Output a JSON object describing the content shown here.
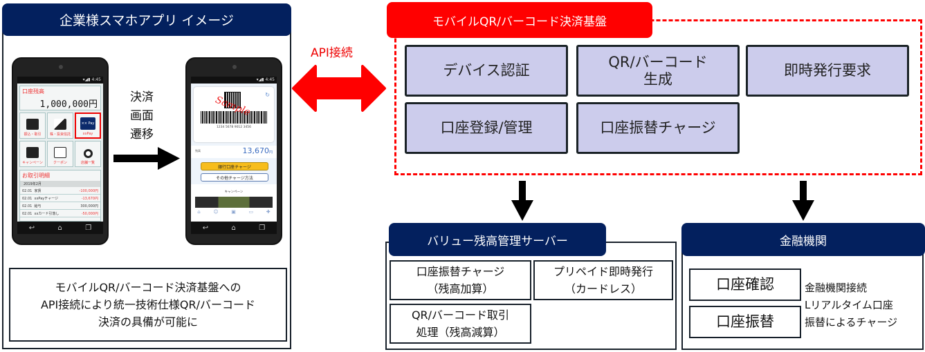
{
  "left_panel": {
    "title": "企業様スマホアプリ イメージ",
    "flow_label": [
      "決済",
      "画面",
      "遷移"
    ],
    "description": [
      "モバイルQR/バーコード決済基盤への",
      "API接続により統一技術仕様QR/バーコード",
      "決済の具備が可能に"
    ],
    "phone1": {
      "status_time": "4:45",
      "balance_label": "口座残高",
      "balance_amount": "1,000,000円",
      "tiles": [
        {
          "label": "振込・取引",
          "icon": "calendar-icon"
        },
        {
          "label": "株・投資信託",
          "icon": "chart-icon"
        },
        {
          "label": "xxPay",
          "icon": "pay-icon",
          "icon_text": "×× Pay",
          "highlighted": true
        },
        {
          "label": "キャンペーン",
          "icon": "gift-icon"
        },
        {
          "label": "クーポン",
          "icon": "coupon-icon"
        },
        {
          "label": "店舗一覧",
          "icon": "search-icon"
        }
      ],
      "transactions_title": "お取引明細",
      "transactions_month": "2019年2月",
      "transactions": [
        {
          "date": "02.01",
          "desc": "家賃",
          "amount": "-100,000円",
          "negative": true
        },
        {
          "date": "02.01",
          "desc": "xxPayチャージ",
          "amount": "-13,670円",
          "negative": true
        },
        {
          "date": "02.01",
          "desc": "給与",
          "amount": "300,000円",
          "negative": false
        },
        {
          "date": "02.01",
          "desc": "xxカード引落し",
          "amount": "-50,000円",
          "negative": true
        }
      ]
    },
    "phone2": {
      "status_time": "4:45",
      "barcode_number": "1234 5678 9012 3456",
      "watermark": "Sample",
      "balance_label": "残高",
      "balance_amount": "13,670",
      "balance_unit": "円",
      "charge_button": "銀行口座チャージ",
      "other_charge_button": "その他チャージ方法",
      "campaign_label": "キャンペーン",
      "tab_icons": [
        "home-icon",
        "user-icon",
        "shop-icon",
        "coupon-icon",
        "gift-icon"
      ]
    }
  },
  "connector": {
    "label": "API接続",
    "color": "#ff0000"
  },
  "platform": {
    "title": "モバイルQR/バーコード決済基盤",
    "color": "#ff0000",
    "functions": [
      "デバイス認証",
      "QR/バーコード\n生成",
      "即時発行要求",
      "口座登録/管理",
      "口座振替チャージ"
    ]
  },
  "value_server": {
    "title": "バリュー残高管理サーバー",
    "boxes": [
      [
        "口座振替チャージ",
        "（残高加算）"
      ],
      [
        "プリペイド即時発行",
        "（カードレス）"
      ],
      [
        "QR/バーコード取引",
        "処理（残高減算）"
      ]
    ]
  },
  "bank": {
    "title": "金融機関",
    "boxes": [
      "口座確認",
      "口座振替"
    ],
    "note": [
      "金融機関接続",
      "Lリアルタイム口座",
      "振替によるチャージ"
    ]
  },
  "colors": {
    "navy": "#03205e",
    "function_fill": "#ccccec",
    "accent_red": "#ff0000"
  }
}
